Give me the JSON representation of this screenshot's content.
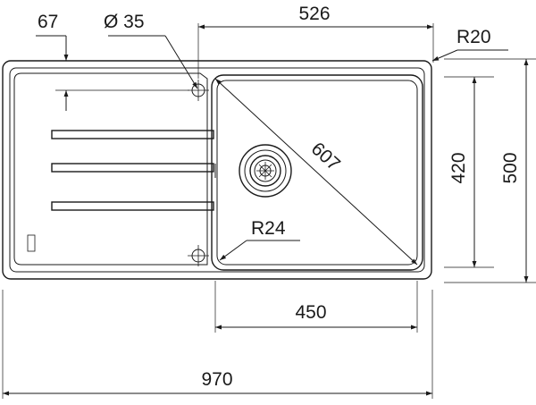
{
  "drawing": {
    "dimensions": {
      "width_total": "970",
      "bowl_width_top": "526",
      "bowl_width_bottom": "450",
      "height_total": "500",
      "bowl_height": "420",
      "diagonal": "607",
      "drainer_offset": "67",
      "tap_hole_diameter": "Ø 35",
      "corner_radius_outer": "R20",
      "corner_radius_bowl": "R24"
    }
  }
}
